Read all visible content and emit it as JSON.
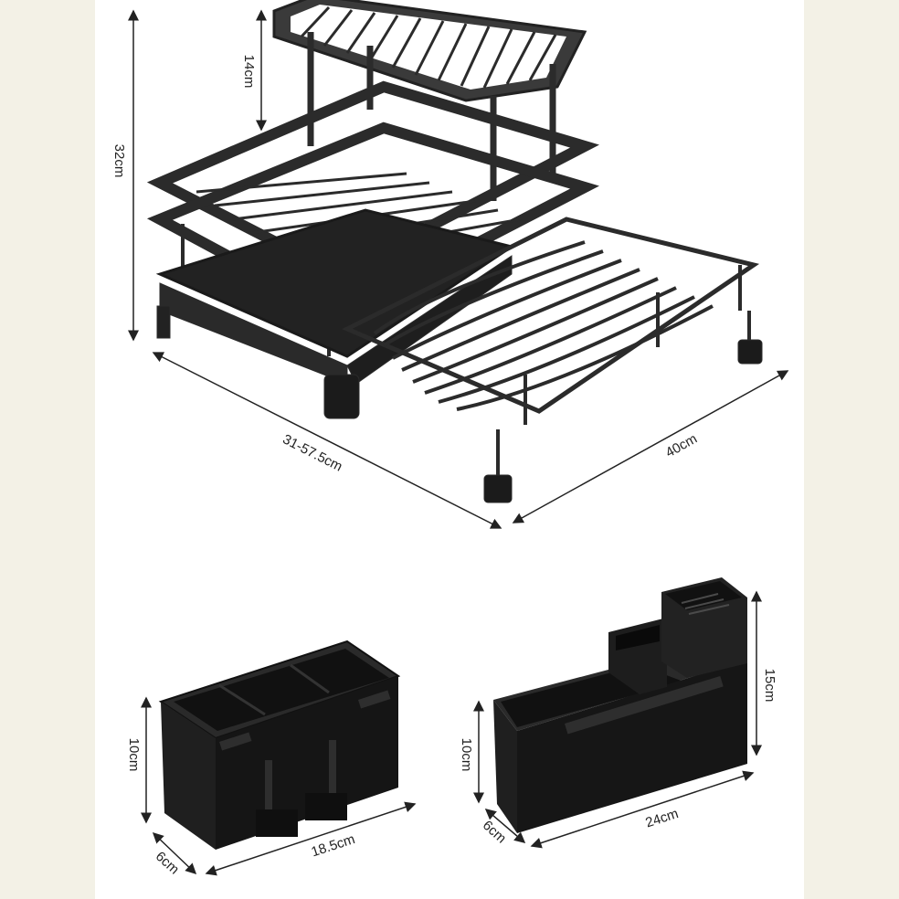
{
  "dimensions": {
    "shelf_gap": "14cm",
    "total_height": "32cm",
    "width": "31-57.5cm",
    "depth": "40cm"
  },
  "utensil_holder": {
    "height": "10cm",
    "depth": "6cm",
    "width": "18.5cm"
  },
  "knife_holder": {
    "box_height": "10cm",
    "block_height": "15cm",
    "depth": "6cm",
    "width": "24cm"
  },
  "colors": {
    "rack_metal": "#2b2b2b",
    "tray": "#1f1f1f",
    "background_border": "#f3f1e6",
    "panel": "#ffffff"
  }
}
